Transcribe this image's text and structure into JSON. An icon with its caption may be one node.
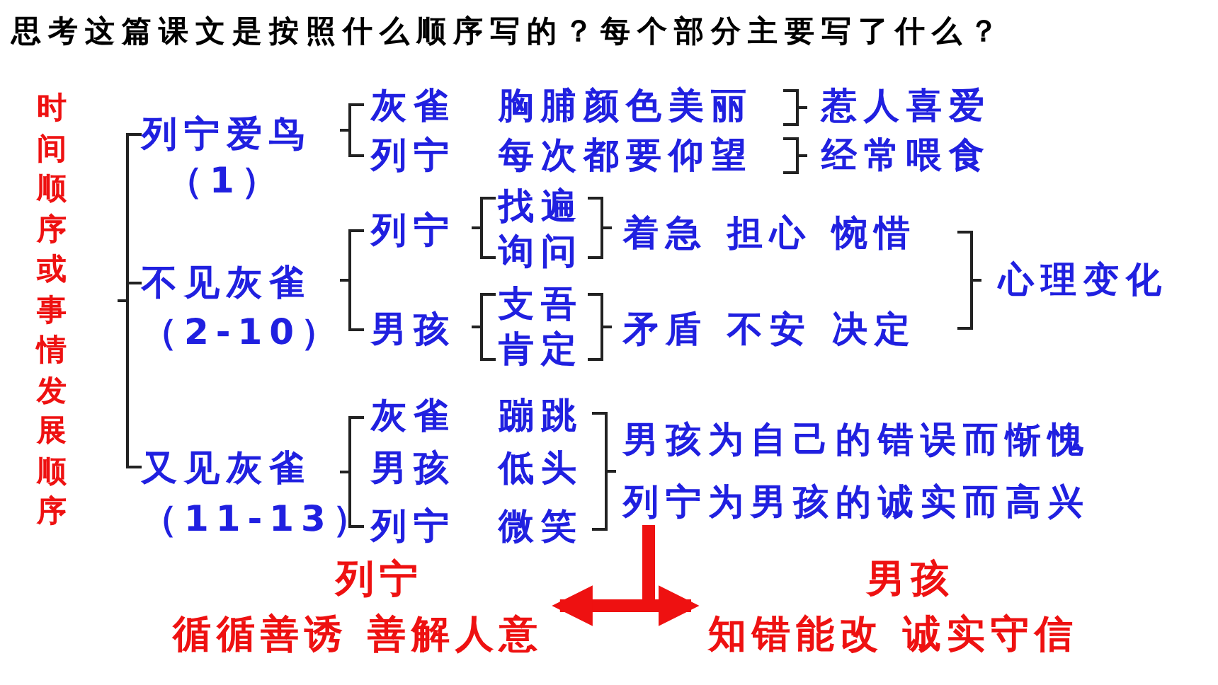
{
  "diagram": {
    "title": "思考这篇课文是按照什么顺序写的？每个部分主要写了什么？",
    "nodes": [
      {
        "text": [
          "列宁为男孩的诚实而高兴"
        ]
      },
      {
        "text": [
          "列宁",
          "循循善诱 善解人意"
        ]
      },
      {
        "text": [
          "男孩",
          "知错能改 诚实守信"
        ]
      }
    ],
    "edges": [
      {
        "from": 0,
        "to": 1,
        "arrow": "to"
      },
      {
        "from": 0,
        "to": 2,
        "arrow": "to"
      }
    ],
    "labels": [
      "时间顺序或事情发展顺序",
      "灰雀",
      "胸脯颜色美丽",
      "惹人喜爱",
      "列宁爱鸟",
      "列宁",
      "每次都要仰望",
      "经常喂食",
      "（1）",
      "找遍",
      "列宁",
      "着急 担心 惋惜",
      "询问",
      "不见灰雀",
      "心理变化",
      "支吾",
      "（2-10）",
      "男孩",
      "矛盾 不安 决定",
      "肯定",
      "灰雀",
      "蹦跳",
      "男孩为自己的错误而惭愧",
      "又见灰雀",
      "男孩",
      "低头",
      "（11-13）",
      "列宁",
      "微笑"
    ]
  }
}
